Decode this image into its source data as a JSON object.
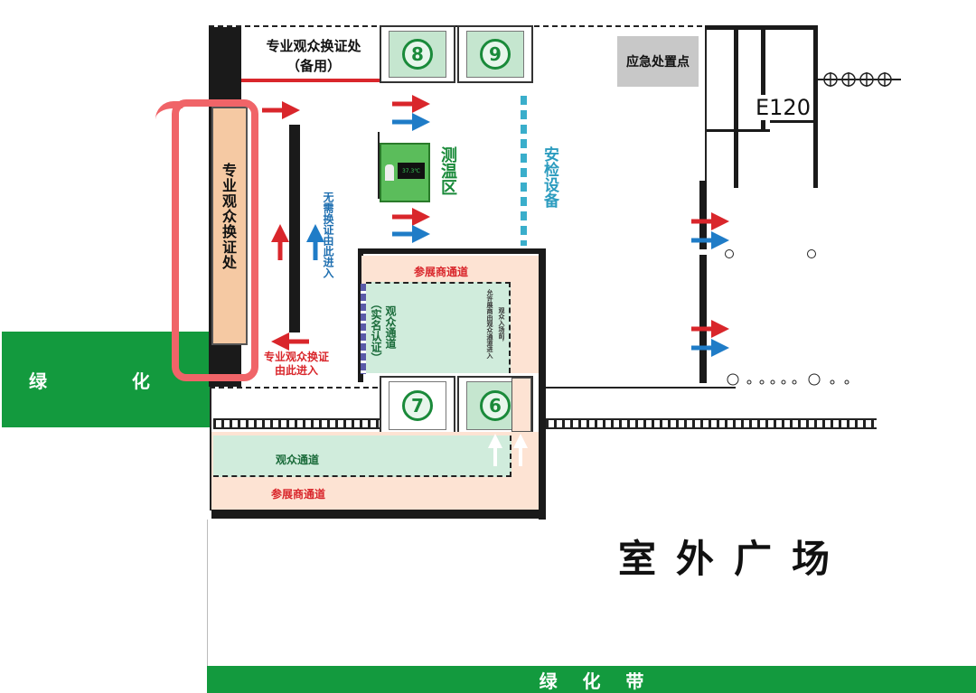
{
  "green_belt_label": "绿  化  带",
  "green_belt_bottom_label": "绿    化    带",
  "outdoor_plaza": "室外广场",
  "pro_exchange_backup": {
    "line1": "专业观众换证处",
    "line2": "（备用）"
  },
  "pro_exchange_main": "专业观众换证处",
  "emergency_point": "应急处置点",
  "hall_label": "E120",
  "temperature_zone": "测温区",
  "security_equipment": "安检设备",
  "no_exchange_entry": "无需换证由此进入",
  "pro_exchange_entry": {
    "line1": "专业观众换证",
    "line2": "由此进入"
  },
  "exhibitor_channel_top": "参展商通道",
  "exhibitor_channel_bottom": "参展商通道",
  "audience_channel_inner": "观众通道",
  "real_name_auth": "（实名认证）",
  "audience_channel_bottom": "观众通道",
  "allow_exhibitor_note": "允许展商由观众通道进入",
  "audience_before_note": "观众入场前，",
  "gates": [
    {
      "number": "8"
    },
    {
      "number": "9"
    },
    {
      "number": "7"
    },
    {
      "number": "6"
    }
  ],
  "temp_screen_text": "37.3℃",
  "colors": {
    "green_belt": "#139a3e",
    "highlight_border": "#f06468",
    "red_arrow": "#d9262b",
    "blue_arrow": "#1f7cc7",
    "security_dash": "#3aaecb",
    "exhibitor_fill": "#fde3d3",
    "audience_fill": "#d0ecdc"
  }
}
